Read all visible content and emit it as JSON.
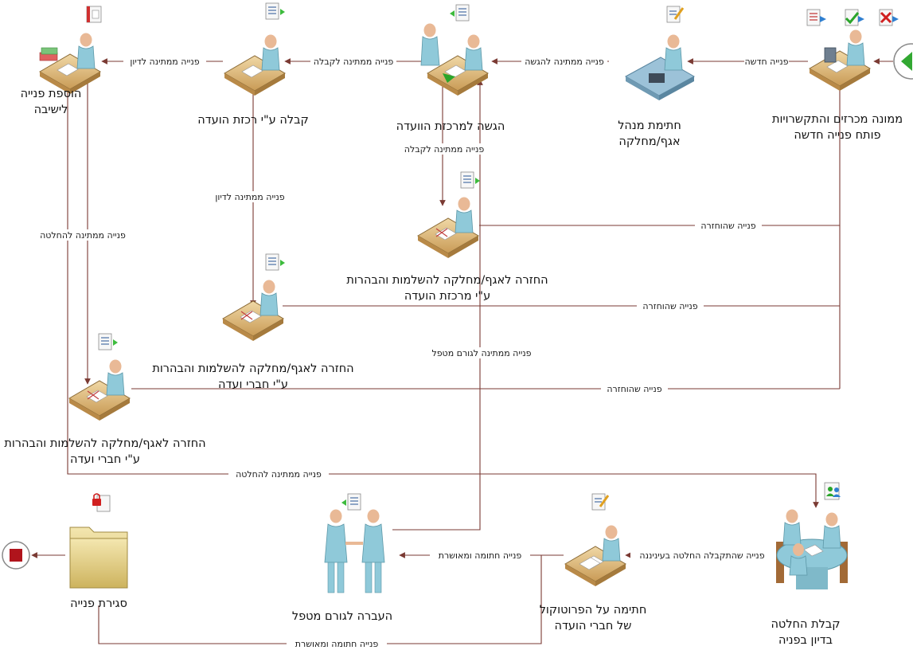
{
  "diagram": {
    "nodes": {
      "new_request": {
        "line1": "ממונה מכרזים והתקשרויות",
        "line2": "פותח פנייה חדשה"
      },
      "manager_sign": {
        "line1": "חתימת מנהל",
        "line2": "אגף/מחלקה"
      },
      "submit_center": {
        "line1": "הגשה למרכזת הוועדה"
      },
      "receive_center": {
        "line1": "קבלה ע\"י רכזת הועדה"
      },
      "add_meeting": {
        "line1": "הוספת פנייה",
        "line2": "לישיבה"
      },
      "return_center": {
        "line1": "החזרה לאגף/מחלקה להשלמות והבהרות",
        "line2": "ע\"י מרכזת הועדה"
      },
      "return_members_1": {
        "line1": "החזרה לאגף/מחלקה להשלמות והבהרות",
        "line2": "ע\"י חברי ועדה"
      },
      "return_members_2": {
        "line1": "החזרה לאגף/מחלקה להשלמות והבהרות",
        "line2": "ע\"י חברי ועדה"
      },
      "decision": {
        "line1": "קבלת החלטה",
        "line2": "בדיון בפניה"
      },
      "protocol_sign": {
        "line1": "חתימה על הפרוטוקול",
        "line2": "של חברי הועדה"
      },
      "transfer": {
        "line1": "העברה לגורם מטפל"
      },
      "close": {
        "line1": "סגירת פנייה"
      }
    },
    "edges": {
      "new": "פנייה חדשה",
      "pending_submit": "פנייה ממתינה להגשה",
      "pending_receive_top": "פנייה ממתינה לקבלה",
      "pending_discussion_top": "פנייה ממתינה לדיון",
      "pending_receive_mid": "פנייה ממתינה לקבלה",
      "pending_discussion_mid": "פנייה ממתינה לדיון",
      "pending_decision_left": "פנייה ממתינה להחלטה",
      "returned_1": "פנייה שהוחזרה",
      "returned_2": "פנייה שהוחזרה",
      "returned_3": "פנייה שהוחזרה",
      "pending_handler": "פנייה ממתינה לגורם מטפל",
      "pending_decision_bottom": "פנייה ממתינה להחלטה",
      "decision_made": "פנייה שהתקבלה החלטה בעיניננה",
      "signed_approved_1": "פנייה חתומה ומאושרת",
      "signed_approved_2": "פנייה חתומה ומאושרת"
    }
  }
}
